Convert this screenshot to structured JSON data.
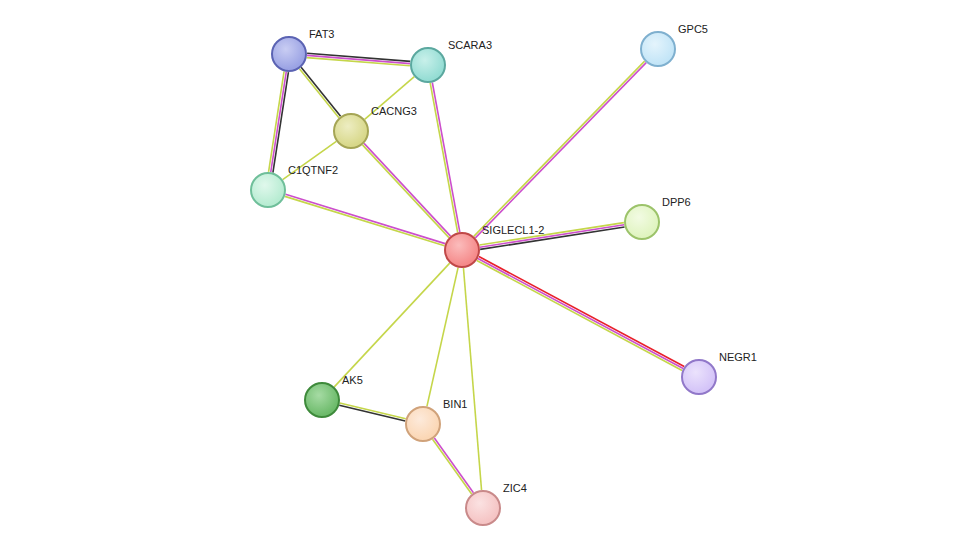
{
  "diagram": {
    "nodes": [
      {
        "text": [
          "FAT3"
        ]
      },
      {
        "text": [
          "SCARA3"
        ]
      },
      {
        "text": [
          "GPC5"
        ]
      },
      {
        "text": [
          "CACNG3"
        ]
      },
      {
        "text": [
          "C1QTNF2"
        ]
      },
      {
        "text": [
          "DPP6"
        ]
      },
      {
        "text": [
          "SIGLECL1-2"
        ]
      },
      {
        "text": [
          "NEGR1"
        ]
      },
      {
        "text": [
          "AK5"
        ]
      },
      {
        "text": [
          "BIN1"
        ]
      },
      {
        "text": [
          "ZIC4"
        ]
      }
    ],
    "edges": [
      {
        "from": 0,
        "to": 1,
        "arrow": "none"
      },
      {
        "from": 0,
        "to": 3,
        "arrow": "none"
      },
      {
        "from": 0,
        "to": 4,
        "arrow": "none"
      },
      {
        "from": 1,
        "to": 3,
        "arrow": "none"
      },
      {
        "from": 1,
        "to": 6,
        "arrow": "none"
      },
      {
        "from": 3,
        "to": 4,
        "arrow": "none"
      },
      {
        "from": 3,
        "to": 6,
        "arrow": "none"
      },
      {
        "from": 4,
        "to": 6,
        "arrow": "none"
      },
      {
        "from": 2,
        "to": 6,
        "arrow": "none"
      },
      {
        "from": 5,
        "to": 6,
        "arrow": "none"
      },
      {
        "from": 6,
        "to": 7,
        "arrow": "none"
      },
      {
        "from": 6,
        "to": 8,
        "arrow": "none"
      },
      {
        "from": 6,
        "to": 9,
        "arrow": "none"
      },
      {
        "from": 6,
        "to": 10,
        "arrow": "none"
      },
      {
        "from": 8,
        "to": 9,
        "arrow": "none"
      },
      {
        "from": 9,
        "to": 10,
        "arrow": "none"
      }
    ]
  }
}
